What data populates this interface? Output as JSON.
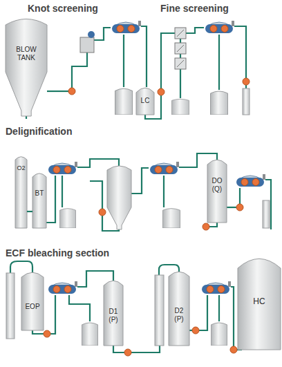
{
  "diagram": {
    "nodes": [
      {
        "text": [
          "BLOW TANK"
        ]
      },
      {
        "text": [
          "LC"
        ]
      },
      {
        "text": [
          "O2"
        ]
      },
      {
        "text": [
          "BT"
        ]
      },
      {
        "text": [
          "DO (Q)"
        ]
      },
      {
        "text": [
          "EOP"
        ]
      },
      {
        "text": [
          "D1 (P)"
        ]
      },
      {
        "text": [
          "D2 (P)"
        ]
      },
      {
        "text": [
          "HC"
        ]
      }
    ],
    "edges": [
      {
        "from": 2,
        "to": 3,
        "arrow": "none"
      }
    ],
    "labels": [
      "Knot screening",
      "Fine screening",
      "Delignification",
      "ECF bleaching section"
    ]
  }
}
